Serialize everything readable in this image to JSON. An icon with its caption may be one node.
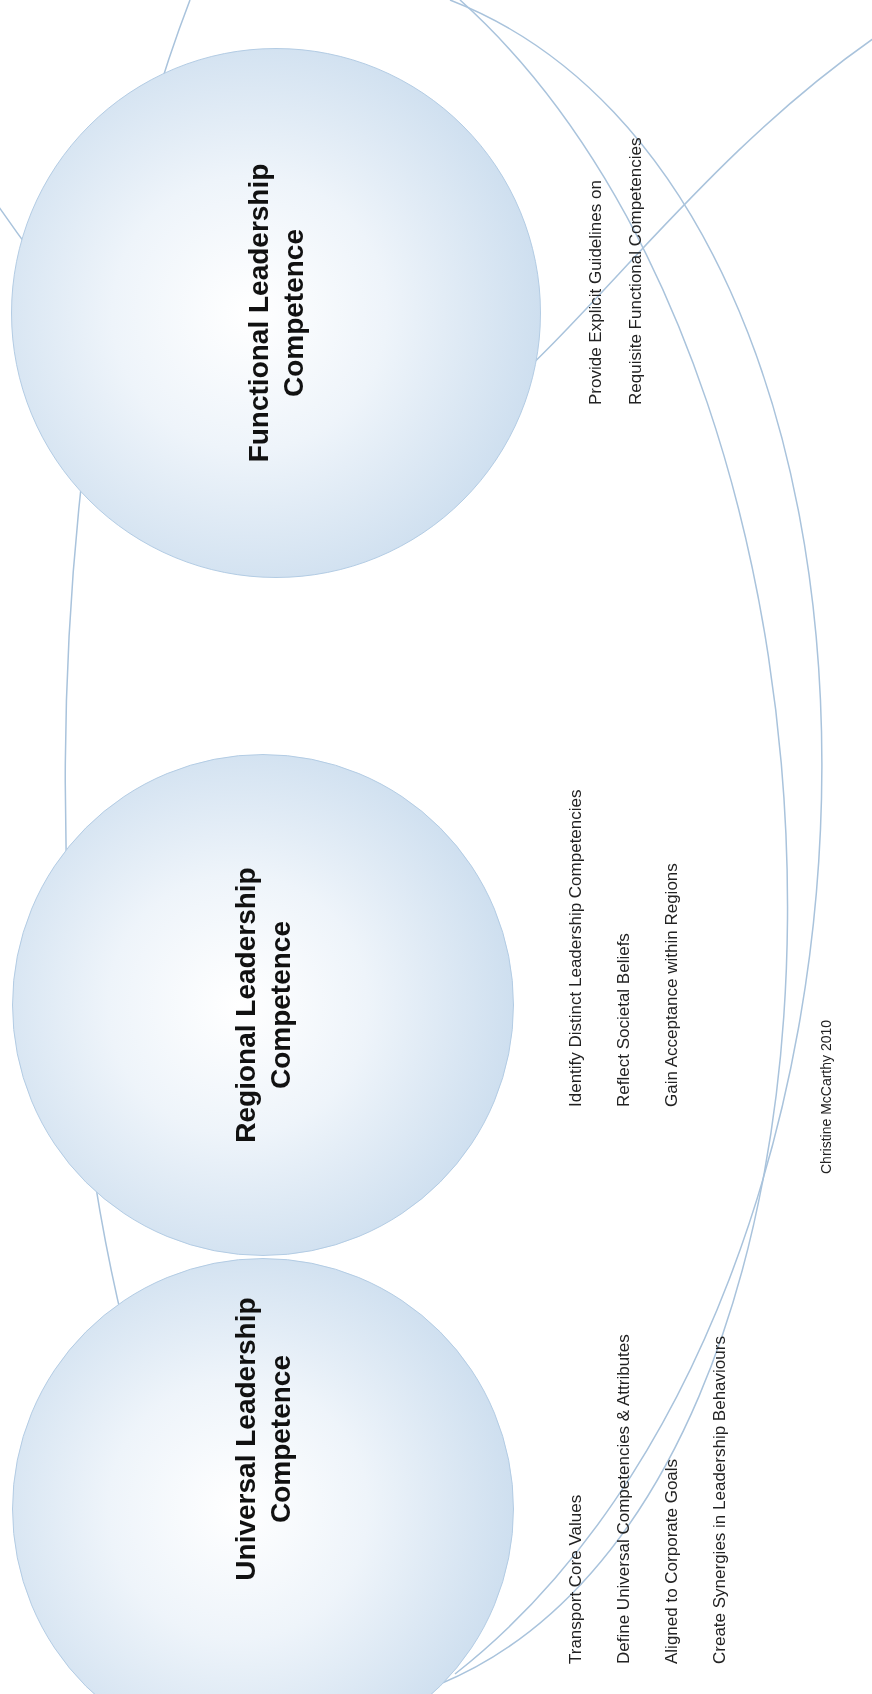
{
  "diagram": {
    "nodes": [
      {
        "text": [
          "Universal Leadership Competence"
        ],
        "beside": [
          "Transport Core Values",
          "Define Universal Competencies & Attributes",
          "Aligned to Corporate Goals",
          "Create Synergies in Leadership Behaviours"
        ]
      },
      {
        "text": [
          "Regional Leadership Competence"
        ],
        "beside": [
          "Identify Distinct Leadership Competencies",
          "Reflect Societal Beliefs",
          "Gain Acceptance within Regions"
        ]
      },
      {
        "text": [
          "Functional Leadership Competence"
        ],
        "beside": [
          "Provide Explicit Guidelines on Requisite Functional Competencies"
        ]
      }
    ],
    "labels": [
      "Christine McCarthy 2010"
    ]
  }
}
